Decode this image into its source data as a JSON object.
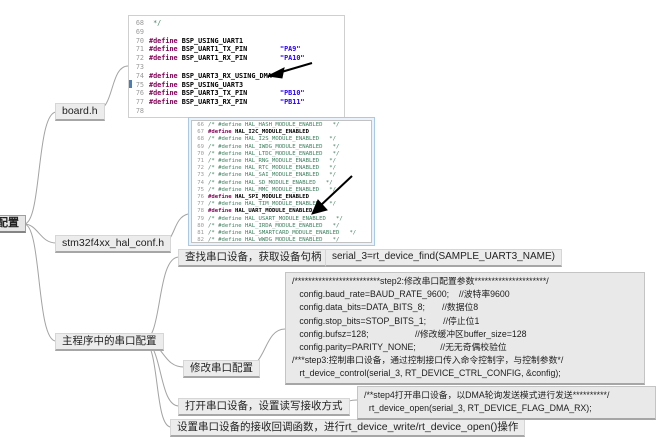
{
  "root": {
    "label": "配置"
  },
  "branches": {
    "board": {
      "label": "board.h"
    },
    "hal_conf": {
      "label": "stm32f4xx_hal_conf.h"
    },
    "main": {
      "label": "主程序中的串口配置"
    }
  },
  "steps": {
    "find": {
      "label": "查找串口设备，获取设备句柄",
      "code": "serial_3=rt_device_find(SAMPLE_UART3_NAME)"
    },
    "modify": {
      "label": "修改串口配置"
    },
    "open": {
      "label": "打开串口设备，设置读写接收方式"
    },
    "callback": {
      "label": "设置串口设备的接收回调函数，进行rt_device_write/rt_device_open()操作"
    }
  },
  "notes": {
    "step2": {
      "lines": [
        "/*************************step2:修改串口配置参数*********************/",
        "   config.baud_rate=BAUD_RATE_9600;    //波特率9600",
        "   config.data_bits=DATA_BITS_8;       //数据位8",
        "   config.stop_bits=STOP_BITS_1;       //停止位1",
        "   config.bufsz=128;                   //修改缓冲区buffer_size=128",
        "   config.parity=PARITY_NONE;          //无无奇偶校验位",
        "/***step3:控制串口设备，通过控制接口传入命令控制字，与控制参数*/",
        "   rt_device_control(serial_3, RT_DEVICE_CTRL_CONFIG, &config);"
      ]
    },
    "step4": {
      "lines": [
        "/**step4打开串口设备，以DMA轮询发送模式进行发送**********/",
        "  rt_device_open(serial_3, RT_DEVICE_FLAG_DMA_RX);"
      ]
    }
  },
  "screenshot_board": {
    "lines": [
      {
        "n": "68",
        "segs": [
          {
            "c": "cm",
            "t": " */"
          }
        ]
      },
      {
        "n": "69",
        "segs": []
      },
      {
        "n": "70",
        "segs": [
          {
            "c": "kw",
            "t": "#define"
          },
          {
            "c": "id",
            "t": " BSP_USING_UART1"
          }
        ]
      },
      {
        "n": "71",
        "segs": [
          {
            "c": "kw",
            "t": "#define"
          },
          {
            "c": "id",
            "t": " BSP_UART1_TX_PIN"
          },
          {
            "c": "str",
            "t": "        \"PA9\""
          }
        ]
      },
      {
        "n": "72",
        "segs": [
          {
            "c": "kw",
            "t": "#define"
          },
          {
            "c": "id",
            "t": " BSP_UART1_RX_PIN"
          },
          {
            "c": "str",
            "t": "        \"PA10\""
          }
        ]
      },
      {
        "n": "73",
        "segs": []
      },
      {
        "n": "74",
        "segs": [
          {
            "c": "kw",
            "t": "#define"
          },
          {
            "c": "id",
            "t": " BSP_UART3_RX_USING_DMA"
          }
        ]
      },
      {
        "n": "75",
        "segs": [
          {
            "c": "kw",
            "t": "#define"
          },
          {
            "c": "id",
            "t": " BSP_USING_UART3"
          }
        ]
      },
      {
        "n": "76",
        "segs": [
          {
            "c": "kw",
            "t": "#define"
          },
          {
            "c": "id",
            "t": " BSP_UART3_TX_PIN"
          },
          {
            "c": "str",
            "t": "        \"PB10\""
          }
        ]
      },
      {
        "n": "77",
        "segs": [
          {
            "c": "kw",
            "t": "#define"
          },
          {
            "c": "id",
            "t": " BSP_UART3_RX_PIN"
          },
          {
            "c": "str",
            "t": "        \"PB11\""
          }
        ]
      },
      {
        "n": "78",
        "segs": []
      }
    ]
  },
  "screenshot_hal": {
    "lines": [
      {
        "n": "66",
        "segs": [
          {
            "c": "cm",
            "t": "/* #define HAL_HASH_MODULE_ENABLED   */"
          }
        ]
      },
      {
        "n": "67",
        "segs": [
          {
            "c": "kw",
            "t": "#define"
          },
          {
            "c": "id",
            "t": " HAL_I2C_MODULE_ENABLED"
          }
        ]
      },
      {
        "n": "68",
        "segs": [
          {
            "c": "cm",
            "t": "/* #define HAL_I2S_MODULE_ENABLED   */"
          }
        ]
      },
      {
        "n": "69",
        "segs": [
          {
            "c": "cm",
            "t": "/* #define HAL_IWDG_MODULE_ENABLED   */"
          }
        ]
      },
      {
        "n": "70",
        "segs": [
          {
            "c": "cm",
            "t": "/* #define HAL_LTDC_MODULE_ENABLED   */"
          }
        ]
      },
      {
        "n": "71",
        "segs": [
          {
            "c": "cm",
            "t": "/* #define HAL_RNG_MODULE_ENABLED   */"
          }
        ]
      },
      {
        "n": "72",
        "segs": [
          {
            "c": "cm",
            "t": "/* #define HAL_RTC_MODULE_ENABLED   */"
          }
        ]
      },
      {
        "n": "73",
        "segs": [
          {
            "c": "cm",
            "t": "/* #define HAL_SAI_MODULE_ENABLED   */"
          }
        ]
      },
      {
        "n": "74",
        "segs": [
          {
            "c": "cm",
            "t": "/* #define HAL_SD_MODULE_ENABLED   */"
          }
        ]
      },
      {
        "n": "75",
        "segs": [
          {
            "c": "cm",
            "t": "/* #define HAL_MMC_MODULE_ENABLED   */"
          }
        ]
      },
      {
        "n": "76",
        "segs": [
          {
            "c": "kw",
            "t": "#define"
          },
          {
            "c": "id",
            "t": " HAL_SPI_MODULE_ENABLED"
          }
        ]
      },
      {
        "n": "77",
        "segs": [
          {
            "c": "cm",
            "t": "/* #define HAL_TIM_MODULE_ENABLED   */"
          }
        ]
      },
      {
        "n": "78",
        "segs": [
          {
            "c": "kw",
            "t": "#define"
          },
          {
            "c": "id",
            "t": " HAL_UART_MODULE_ENABLED"
          }
        ]
      },
      {
        "n": "79",
        "segs": [
          {
            "c": "cm",
            "t": "/* #define HAL_USART_MODULE_ENABLED   */"
          }
        ]
      },
      {
        "n": "80",
        "segs": [
          {
            "c": "cm",
            "t": "/* #define HAL_IRDA_MODULE_ENABLED   */"
          }
        ]
      },
      {
        "n": "81",
        "segs": [
          {
            "c": "cm",
            "t": "/* #define HAL_SMARTCARD_MODULE_ENABLED   */"
          }
        ]
      },
      {
        "n": "82",
        "segs": [
          {
            "c": "cm",
            "t": "/* #define HAL_WWDG_MODULE_ENABLED   */"
          }
        ]
      }
    ]
  },
  "colors": {
    "keyword": "#7f0055",
    "string": "#2a00ff",
    "comment": "#3f7f5f",
    "line_number": "#9a9a9a",
    "bookmark_blue": "#4a7ebb",
    "selection_border": "#a9c9e4",
    "connector": "#a3a3a3",
    "node_fill": "#ececec"
  }
}
